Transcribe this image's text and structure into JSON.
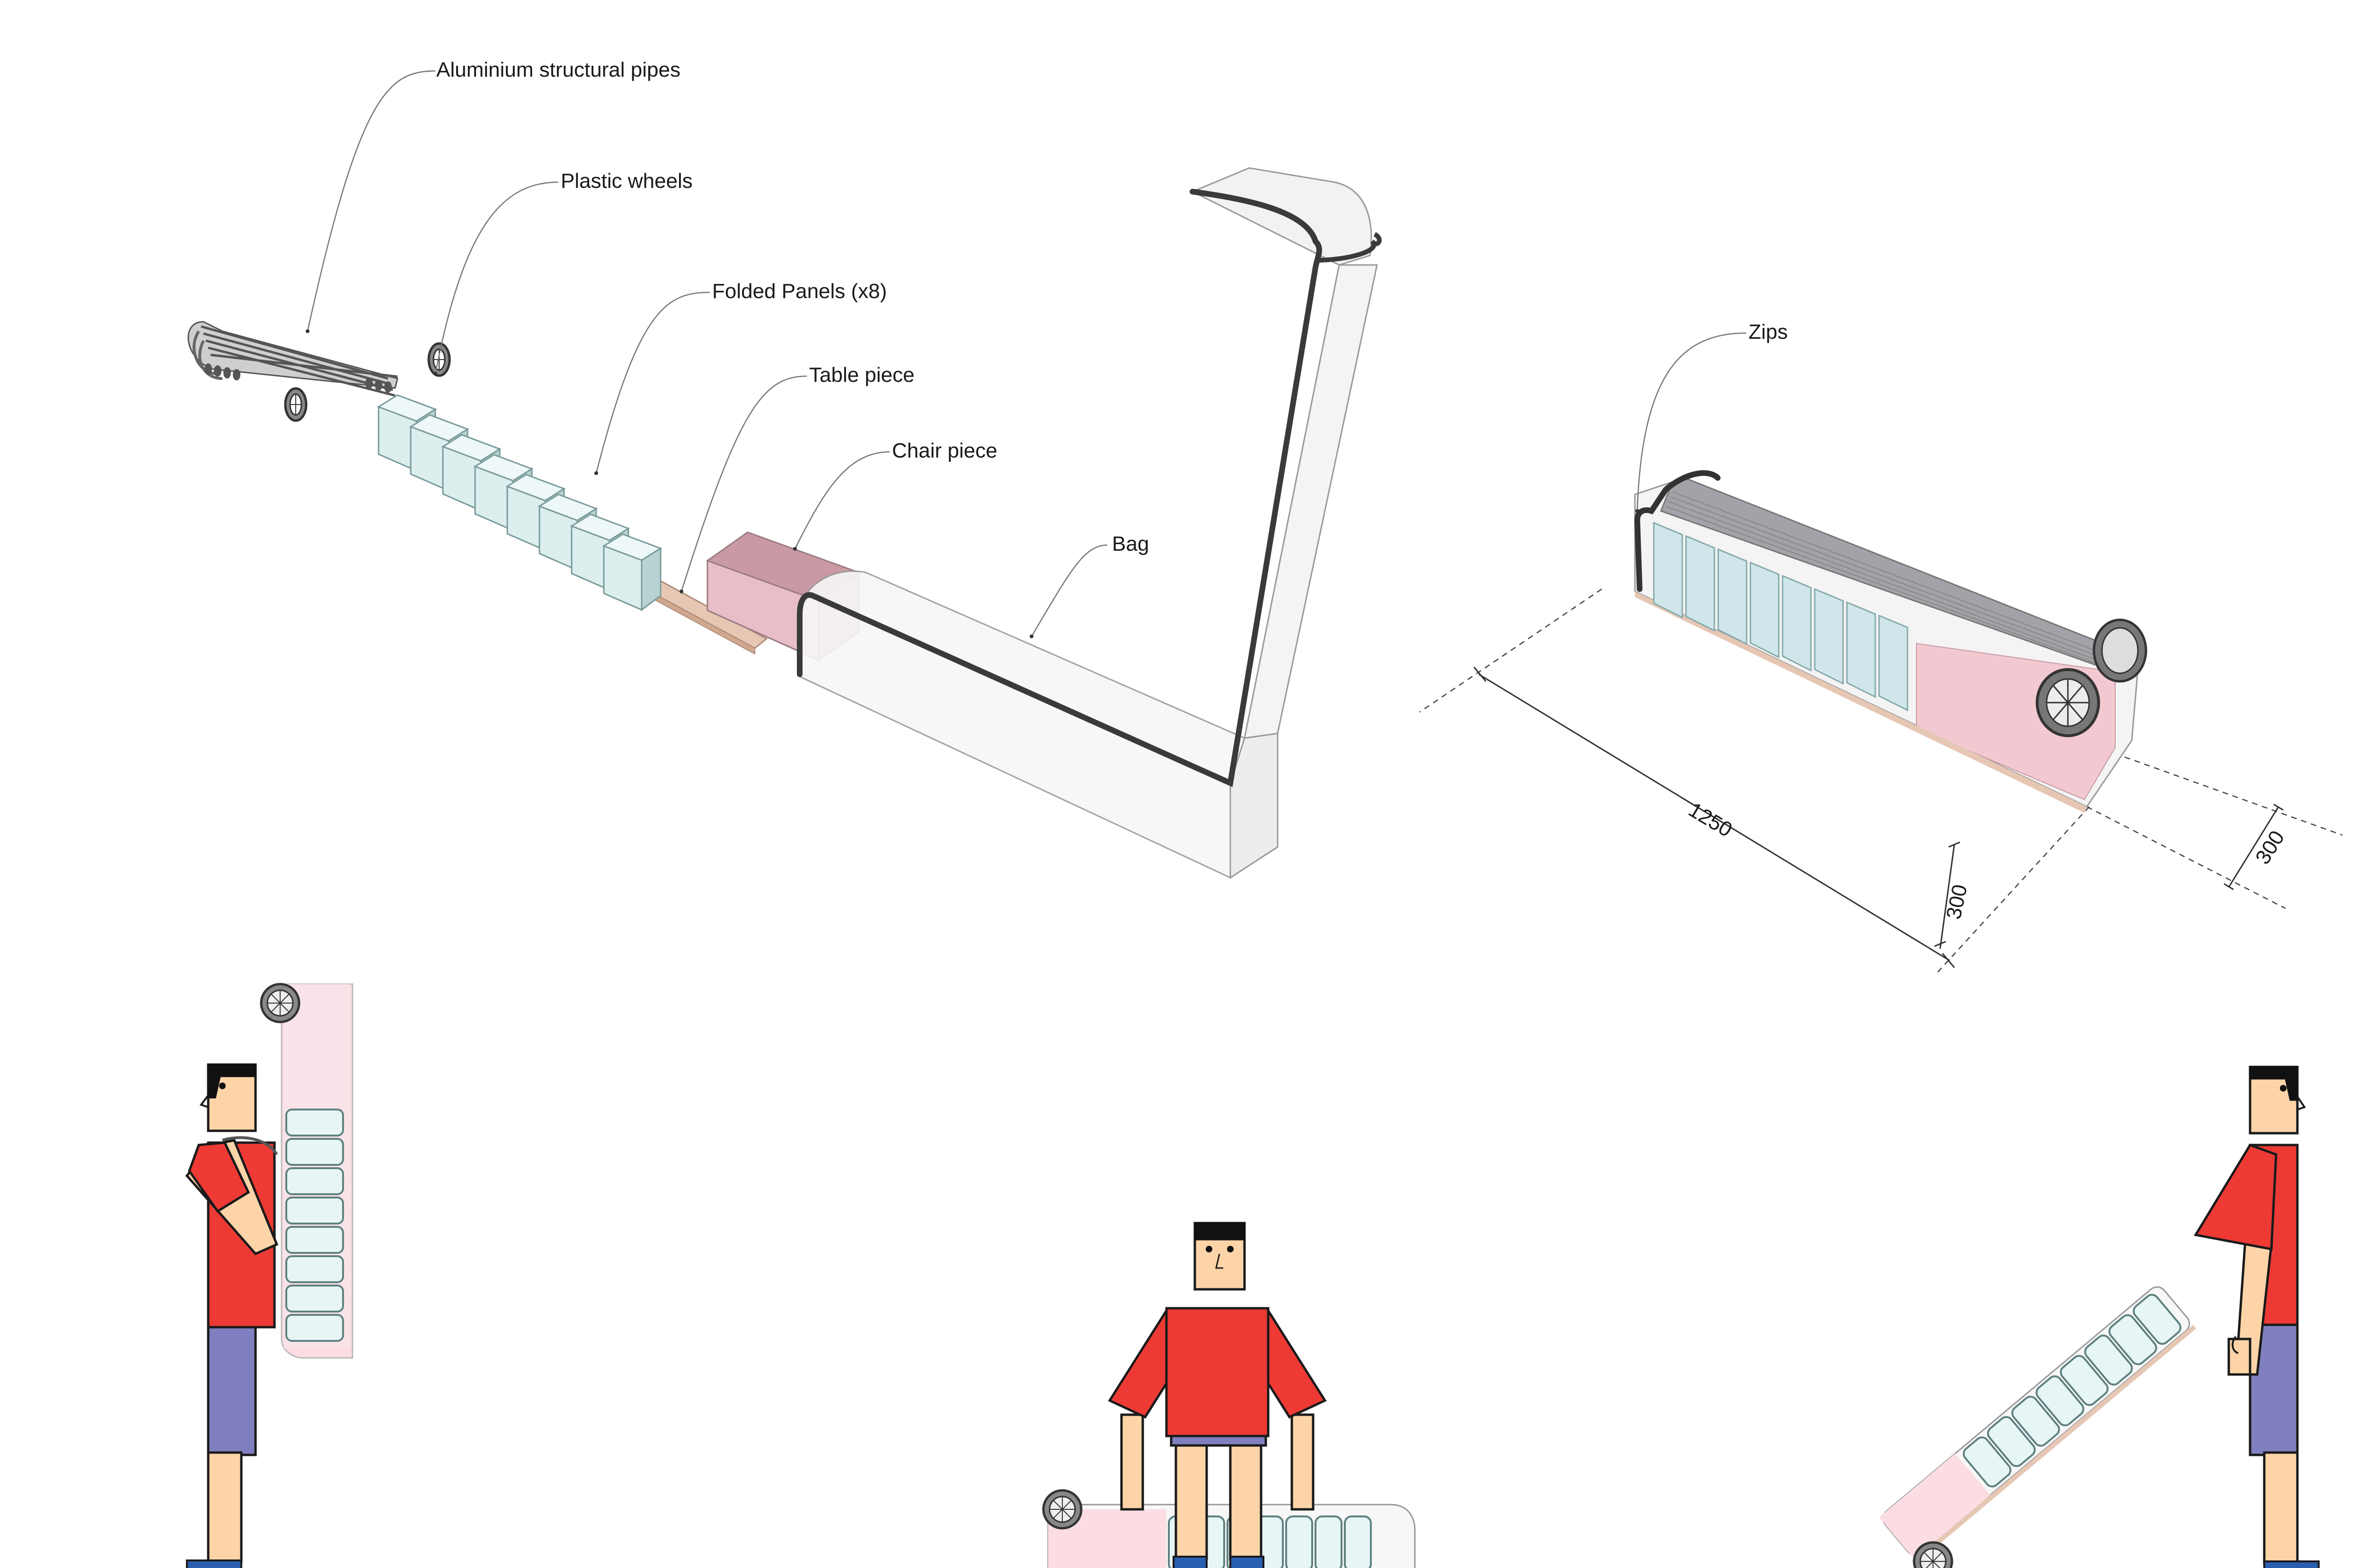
{
  "labels": {
    "pipes": "Aluminium structural pipes",
    "wheels": "Plastic wheels",
    "panels": "Folded Panels (x8)",
    "table": "Table piece",
    "chair": "Chair piece",
    "bag": "Bag",
    "zips": "Zips"
  },
  "dimensions": {
    "length": "1250",
    "width": "300",
    "height": "300"
  },
  "colors": {
    "panel_glass": "#dceeee",
    "table_wood": "#e6c7b4",
    "chair_pink": "#ddb1ba",
    "bag_outline": "#3a3a3a",
    "shirt_red": "#ee3a34",
    "shorts_purple": "#8080c0",
    "skin": "#fdd4a8",
    "shoe_blue": "#2a5fb0"
  },
  "icons": [
    "wheel-icon",
    "person-figure",
    "zip-handle"
  ]
}
